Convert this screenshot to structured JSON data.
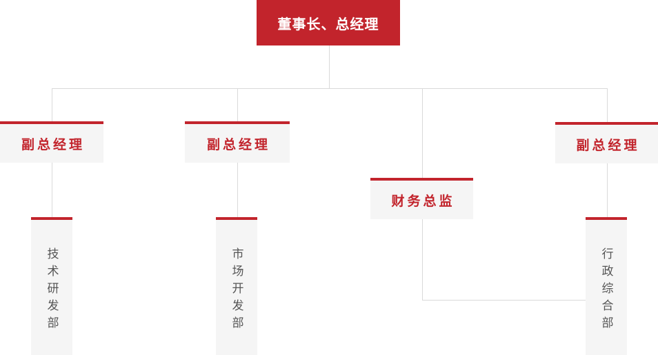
{
  "palette": {
    "red": "#c2242c",
    "box_bg": "#f5f5f5",
    "line": "#d9d9d9",
    "dept_text": "#555555",
    "root_text": "#ffffff"
  },
  "org_chart": {
    "type": "organization-diagram",
    "root": {
      "label": "董事长、总经理"
    },
    "managers": [
      {
        "label": "副总经理"
      },
      {
        "label": "副总经理"
      },
      {
        "label": "财务总监"
      },
      {
        "label": "副总经理"
      }
    ],
    "departments": [
      {
        "label": "技术研发部"
      },
      {
        "label": "市场开发部"
      },
      {
        "label": "行政综合部"
      }
    ]
  }
}
